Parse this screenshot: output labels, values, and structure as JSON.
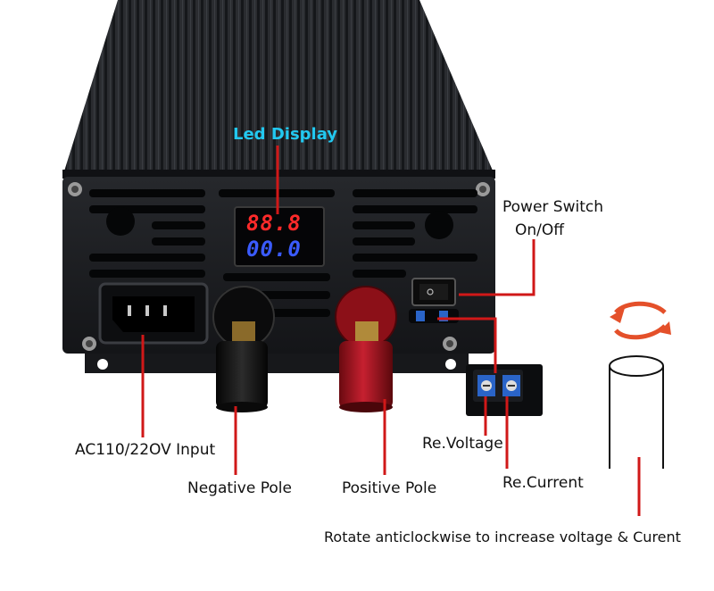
{
  "labels": {
    "led_display": "Led Display",
    "power_switch_line1": "Power Switch",
    "power_switch_line2": "On/Off",
    "ac_input": "AC110/22OV Input",
    "negative_pole": "Negative Pole",
    "positive_pole": "Positive Pole",
    "re_voltage": "Re.Voltage",
    "re_current": "Re.Current",
    "rotate_note": "Rotate anticlockwise to increase voltage & Curent"
  },
  "display": {
    "voltage_reading": "88.8",
    "current_reading": "00.0"
  },
  "colors": {
    "callout_line": "#d01818",
    "led_title": "#22c8f0",
    "voltage_digits": "#ff2a2a",
    "current_digits": "#3a5bff",
    "housing": "#1c1e21",
    "positive_terminal": "#a8121c",
    "negative_terminal": "#141414",
    "potentiometer": "#2a64c8",
    "rotate_arrow": "#e4502a"
  }
}
